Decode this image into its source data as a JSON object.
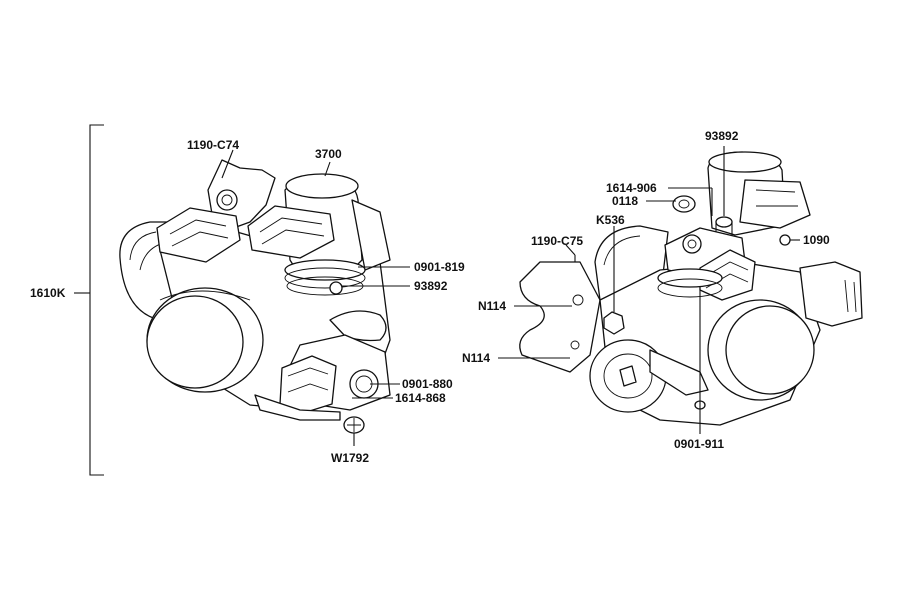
{
  "assembly_label": "1610K",
  "left_view": {
    "labels": {
      "l_1190c74": "1190-C74",
      "l_3700": "3700",
      "l_0901819": "0901-819",
      "l_93892": "93892",
      "l_0901880": "0901-880",
      "l_1614868": "1614-868",
      "l_w1792": "W1792"
    }
  },
  "right_view": {
    "labels": {
      "r_93892": "93892",
      "r_1614906": "1614-906",
      "r_0118": "0118",
      "r_k536": "K536",
      "r_1190c75": "1190-C75",
      "r_1090": "1090",
      "r_n114a": "N114",
      "r_n114b": "N114",
      "r_0901911": "0901-911"
    }
  }
}
